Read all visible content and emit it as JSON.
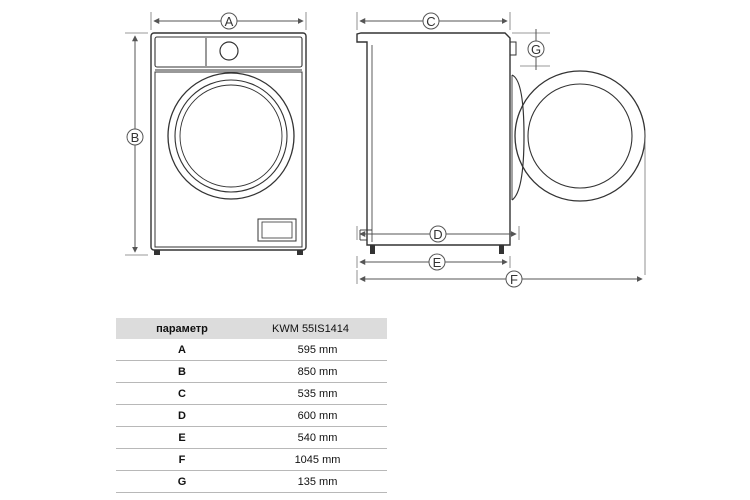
{
  "diagram": {
    "dimension_letters": {
      "A": "A",
      "B": "B",
      "C": "C",
      "D": "D",
      "E": "E",
      "F": "F",
      "G": "G"
    }
  },
  "table": {
    "header": {
      "param": "параметр",
      "model": "KWM 55IS1414"
    },
    "rows": [
      {
        "param": "A",
        "value": "595 mm"
      },
      {
        "param": "B",
        "value": "850 mm"
      },
      {
        "param": "C",
        "value": "535 mm"
      },
      {
        "param": "D",
        "value": "600 mm"
      },
      {
        "param": "E",
        "value": "540 mm"
      },
      {
        "param": "F",
        "value": "1045 mm"
      },
      {
        "param": "G",
        "value": "135 mm"
      }
    ]
  }
}
